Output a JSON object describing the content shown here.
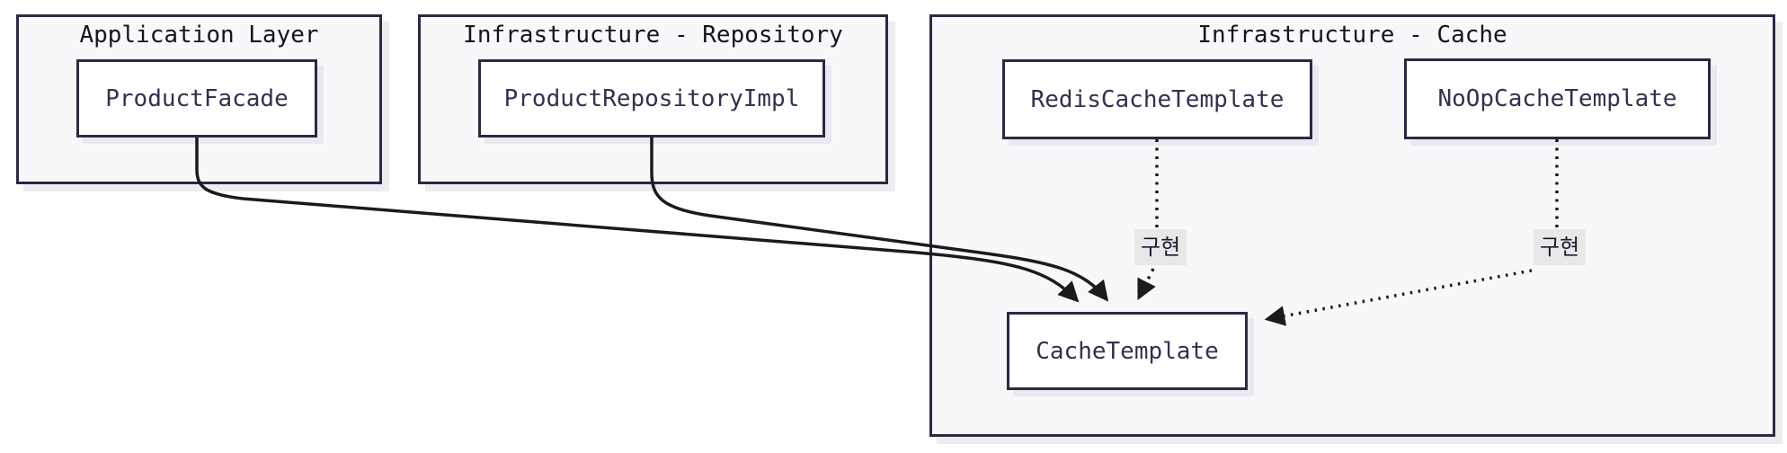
{
  "diagram": {
    "groups": [
      {
        "id": "application-layer",
        "title": "Application Layer"
      },
      {
        "id": "infrastructure-repository",
        "title": "Infrastructure - Repository"
      },
      {
        "id": "infrastructure-cache",
        "title": "Infrastructure - Cache"
      }
    ],
    "nodes": [
      {
        "id": "product-facade",
        "label": "ProductFacade",
        "group": "application-layer"
      },
      {
        "id": "product-repository-impl",
        "label": "ProductRepositoryImpl",
        "group": "infrastructure-repository"
      },
      {
        "id": "redis-cache-template",
        "label": "RedisCacheTemplate",
        "group": "infrastructure-cache"
      },
      {
        "id": "noop-cache-template",
        "label": "NoOpCacheTemplate",
        "group": "infrastructure-cache"
      },
      {
        "id": "cache-template",
        "label": "CacheTemplate",
        "group": "infrastructure-cache"
      }
    ],
    "edges": [
      {
        "from": "ProductFacade",
        "to": "CacheTemplate",
        "style": "solid",
        "label": ""
      },
      {
        "from": "ProductRepositoryImpl",
        "to": "CacheTemplate",
        "style": "solid",
        "label": ""
      },
      {
        "from": "RedisCacheTemplate",
        "to": "CacheTemplate",
        "style": "dotted",
        "label": "구현"
      },
      {
        "from": "NoOpCacheTemplate",
        "to": "CacheTemplate",
        "style": "dotted",
        "label": "구현"
      }
    ],
    "colors": {
      "group_background": "#f8f8fb",
      "node_background": "#ffffff",
      "border": "#2a2a42",
      "edge": "#1b1b1b",
      "edge_label_background": "#e8e8e8",
      "text": "#32324e",
      "title_text": "#15151f"
    }
  }
}
